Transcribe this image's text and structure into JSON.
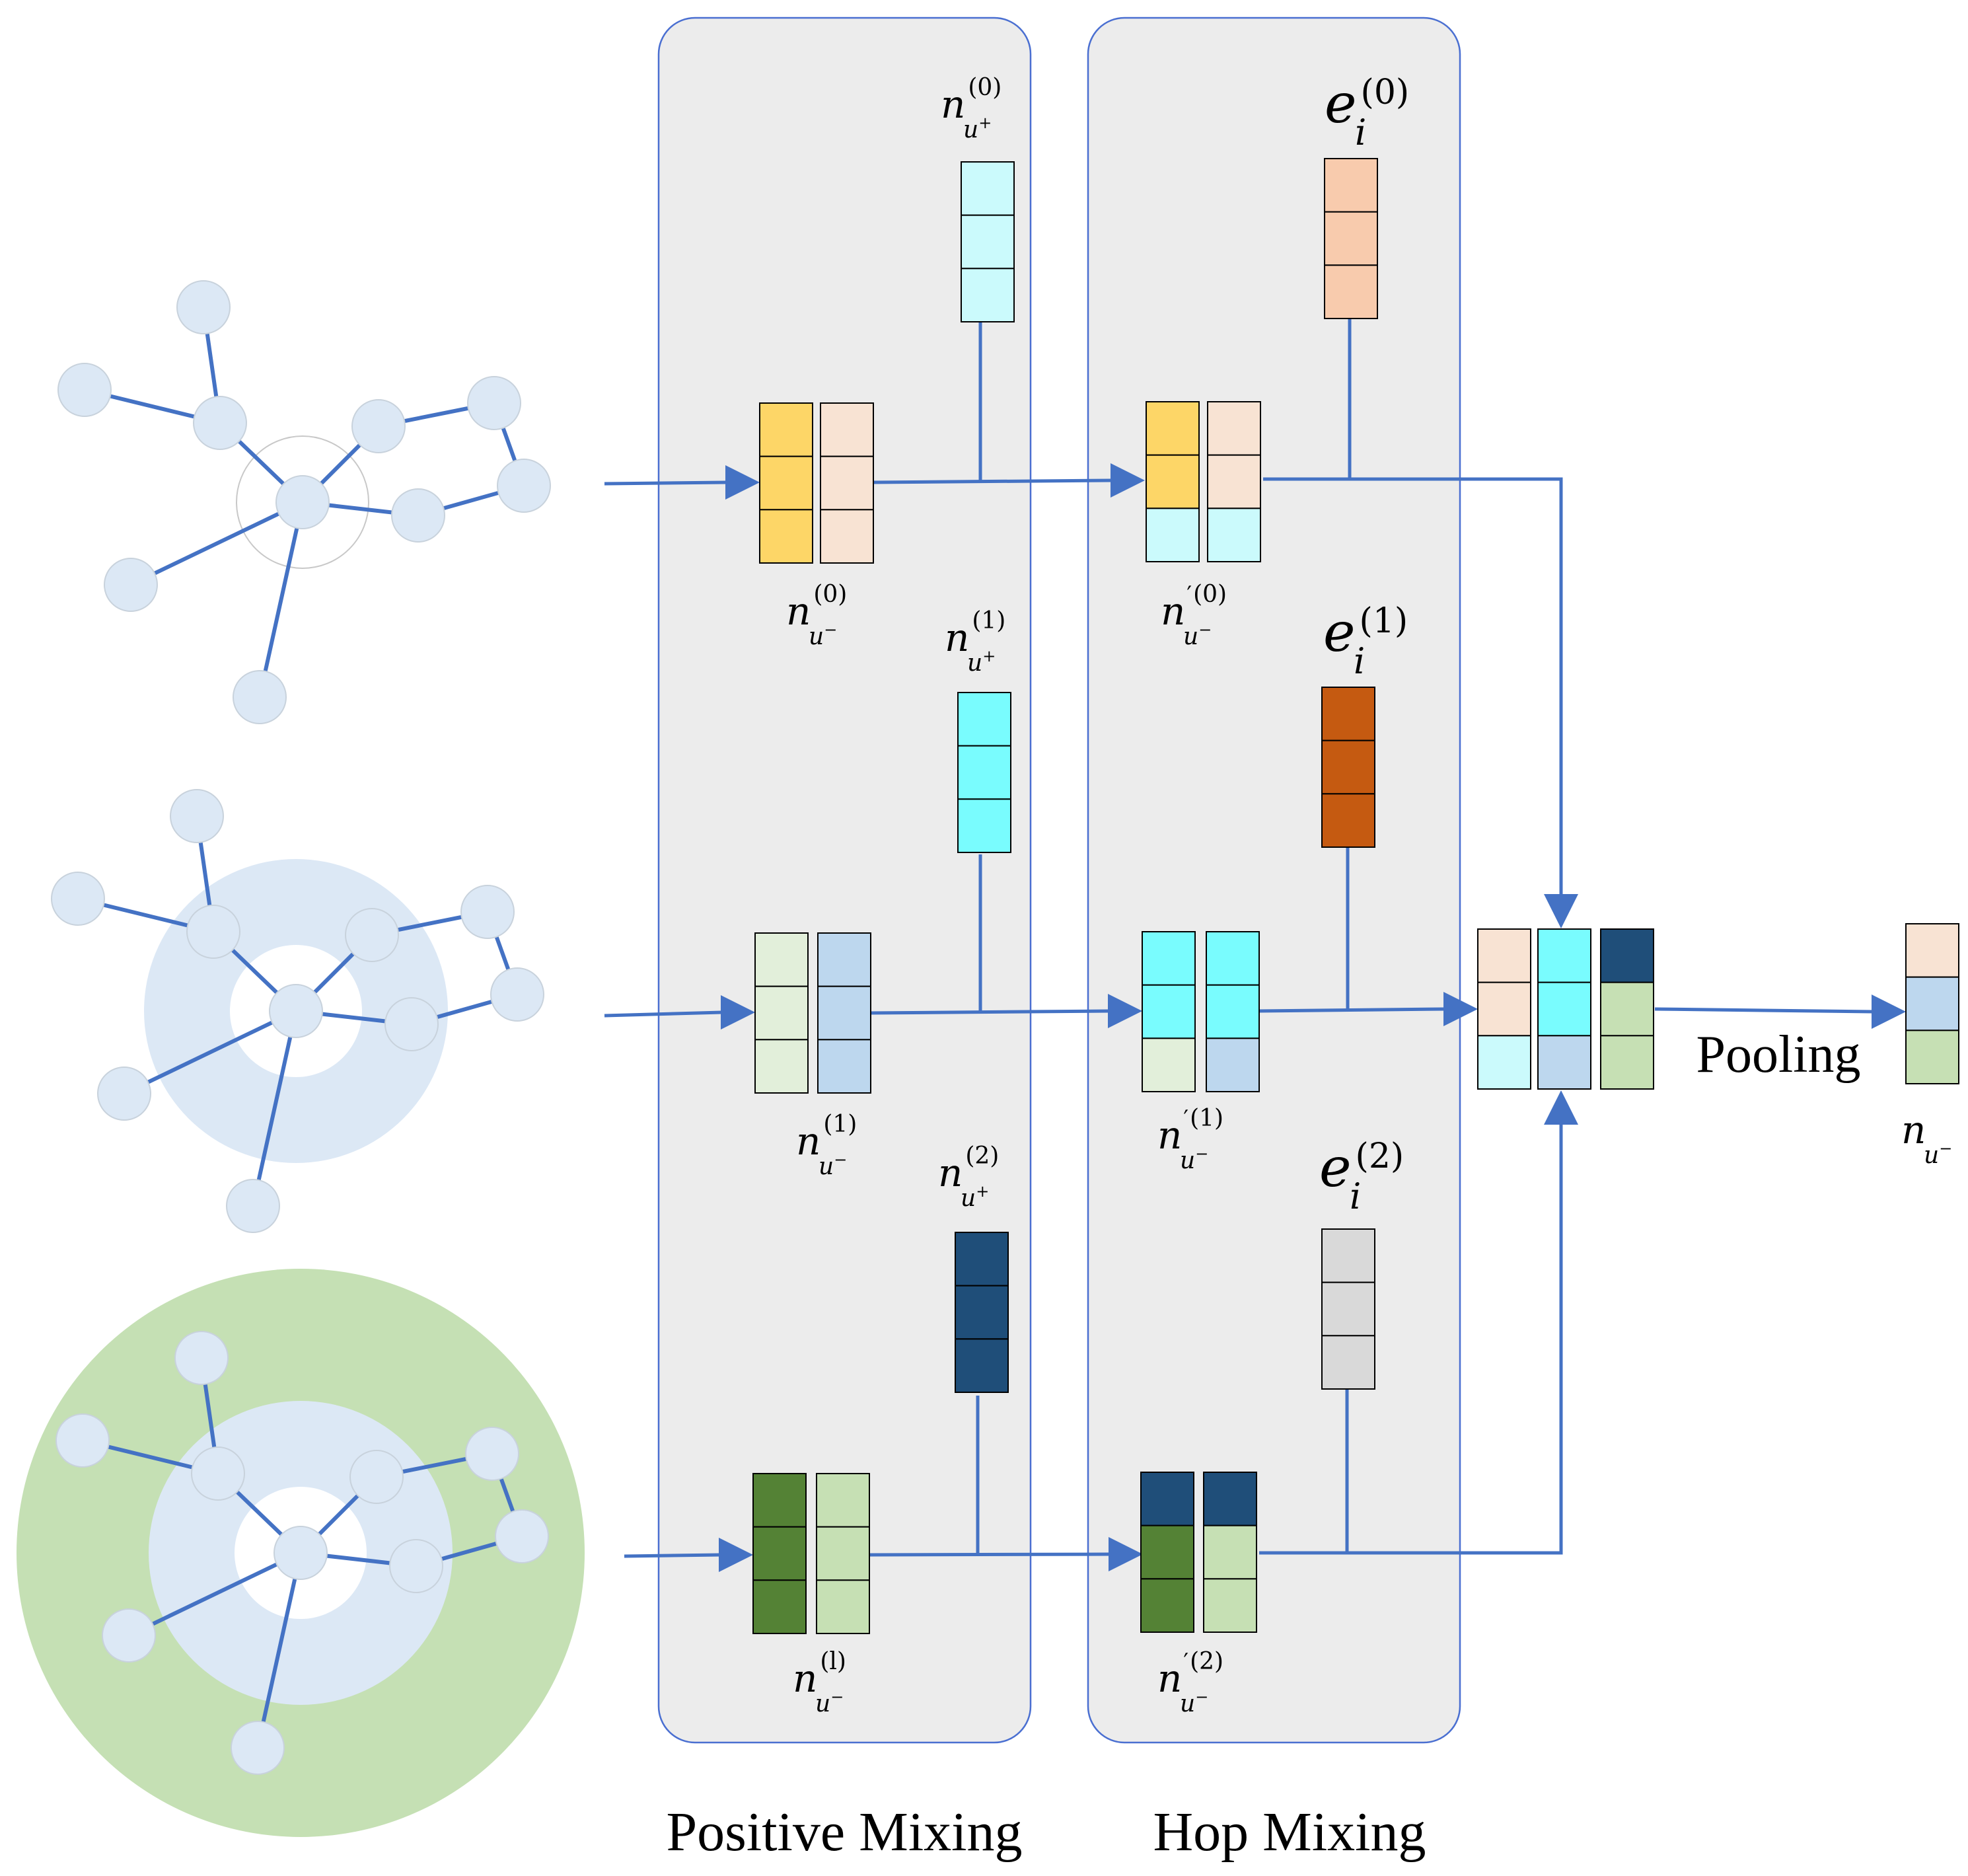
{
  "panels": {
    "positive_mixing": {
      "label": "Positive Mixing"
    },
    "hop_mixing": {
      "label": "Hop Mixing"
    }
  },
  "pooling_label": "Pooling",
  "math": {
    "n": "n",
    "e": "e",
    "i": "i",
    "u": "u",
    "plus": "+",
    "minus": "−",
    "prime": "′",
    "hop0": "(0)",
    "hop1": "(1)",
    "hop2": "(2)",
    "hopl": "(l)"
  },
  "colors": {
    "arrow": "#4472c4",
    "panel_fill": "#ececec",
    "panel_stroke": "#4a6fd1",
    "node_fill": "#dce8f5",
    "node_stroke": "#c8d2dc",
    "ring_blue": "#dce8f5",
    "ring_green": "#c5e0b4",
    "peach": "#f8e3d3",
    "yellow": "#fdd667",
    "light_cyan": "#cbfafc",
    "cyan": "#79fcfe",
    "navy": "#1f4e79",
    "light_green": "#e2efda",
    "light_blue": "#bdd7ee",
    "mid_green": "#c6e0b4",
    "dark_green": "#548235",
    "salmon": "#f8cbad",
    "rust": "#c55a11",
    "gray": "#d9d9d9"
  }
}
